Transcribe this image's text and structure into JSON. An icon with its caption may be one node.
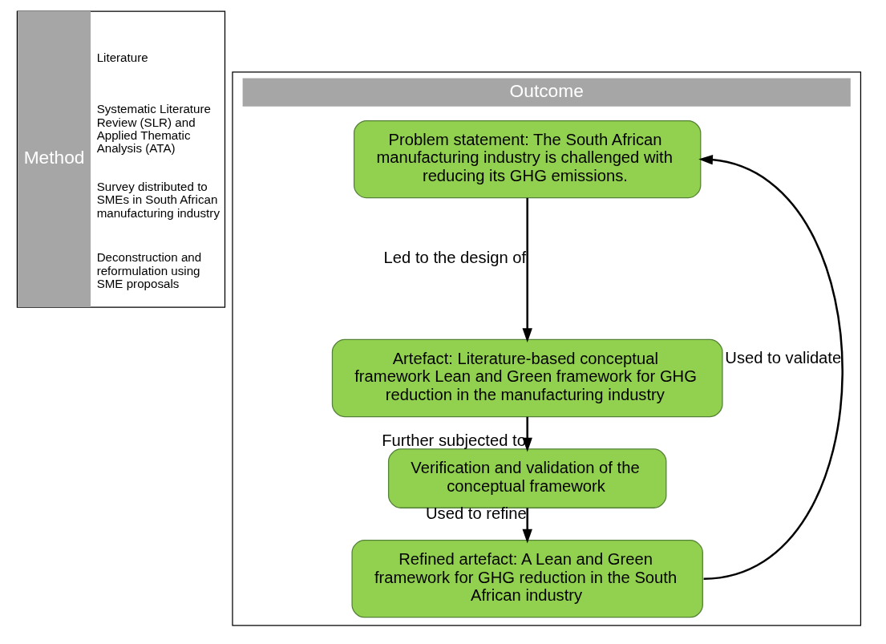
{
  "diagram": {
    "nodes": [
      {
        "text": [
          "Method",
          "Literature",
          "Systematic Literature Review (SLR) and Applied Thematic Analysis (ATA)",
          "Survey distributed to SMEs in South African manufacturing industry",
          "Deconstruction and reformulation using SME proposals"
        ]
      },
      {
        "text": [
          "Outcome"
        ]
      },
      {
        "text": [
          "Problem statement: The South African manufacturing industry is challenged with reducing its GHG emissions."
        ],
        "in": 1
      },
      {
        "text": [
          "Artefact: Literature-based conceptual framework Lean and Green framework for GHG reduction in the manufacturing industry"
        ],
        "in": 1
      },
      {
        "text": [
          "Verification and validation of the conceptual framework"
        ],
        "in": 1
      },
      {
        "text": [
          "Refined artefact: A Lean and Green framework for GHG reduction in the South African industry"
        ],
        "in": 1
      }
    ],
    "edges": [
      {
        "from": 2,
        "to": 3,
        "arrow": "to",
        "label": "Led to the design of"
      },
      {
        "from": 3,
        "to": 4,
        "arrow": "to",
        "label": "Further subjected to"
      },
      {
        "from": 4,
        "to": 5,
        "arrow": "to",
        "label": "Used to refine"
      },
      {
        "from": 5,
        "to": 2,
        "arrow": "to",
        "label": "Used to validate"
      }
    ]
  }
}
